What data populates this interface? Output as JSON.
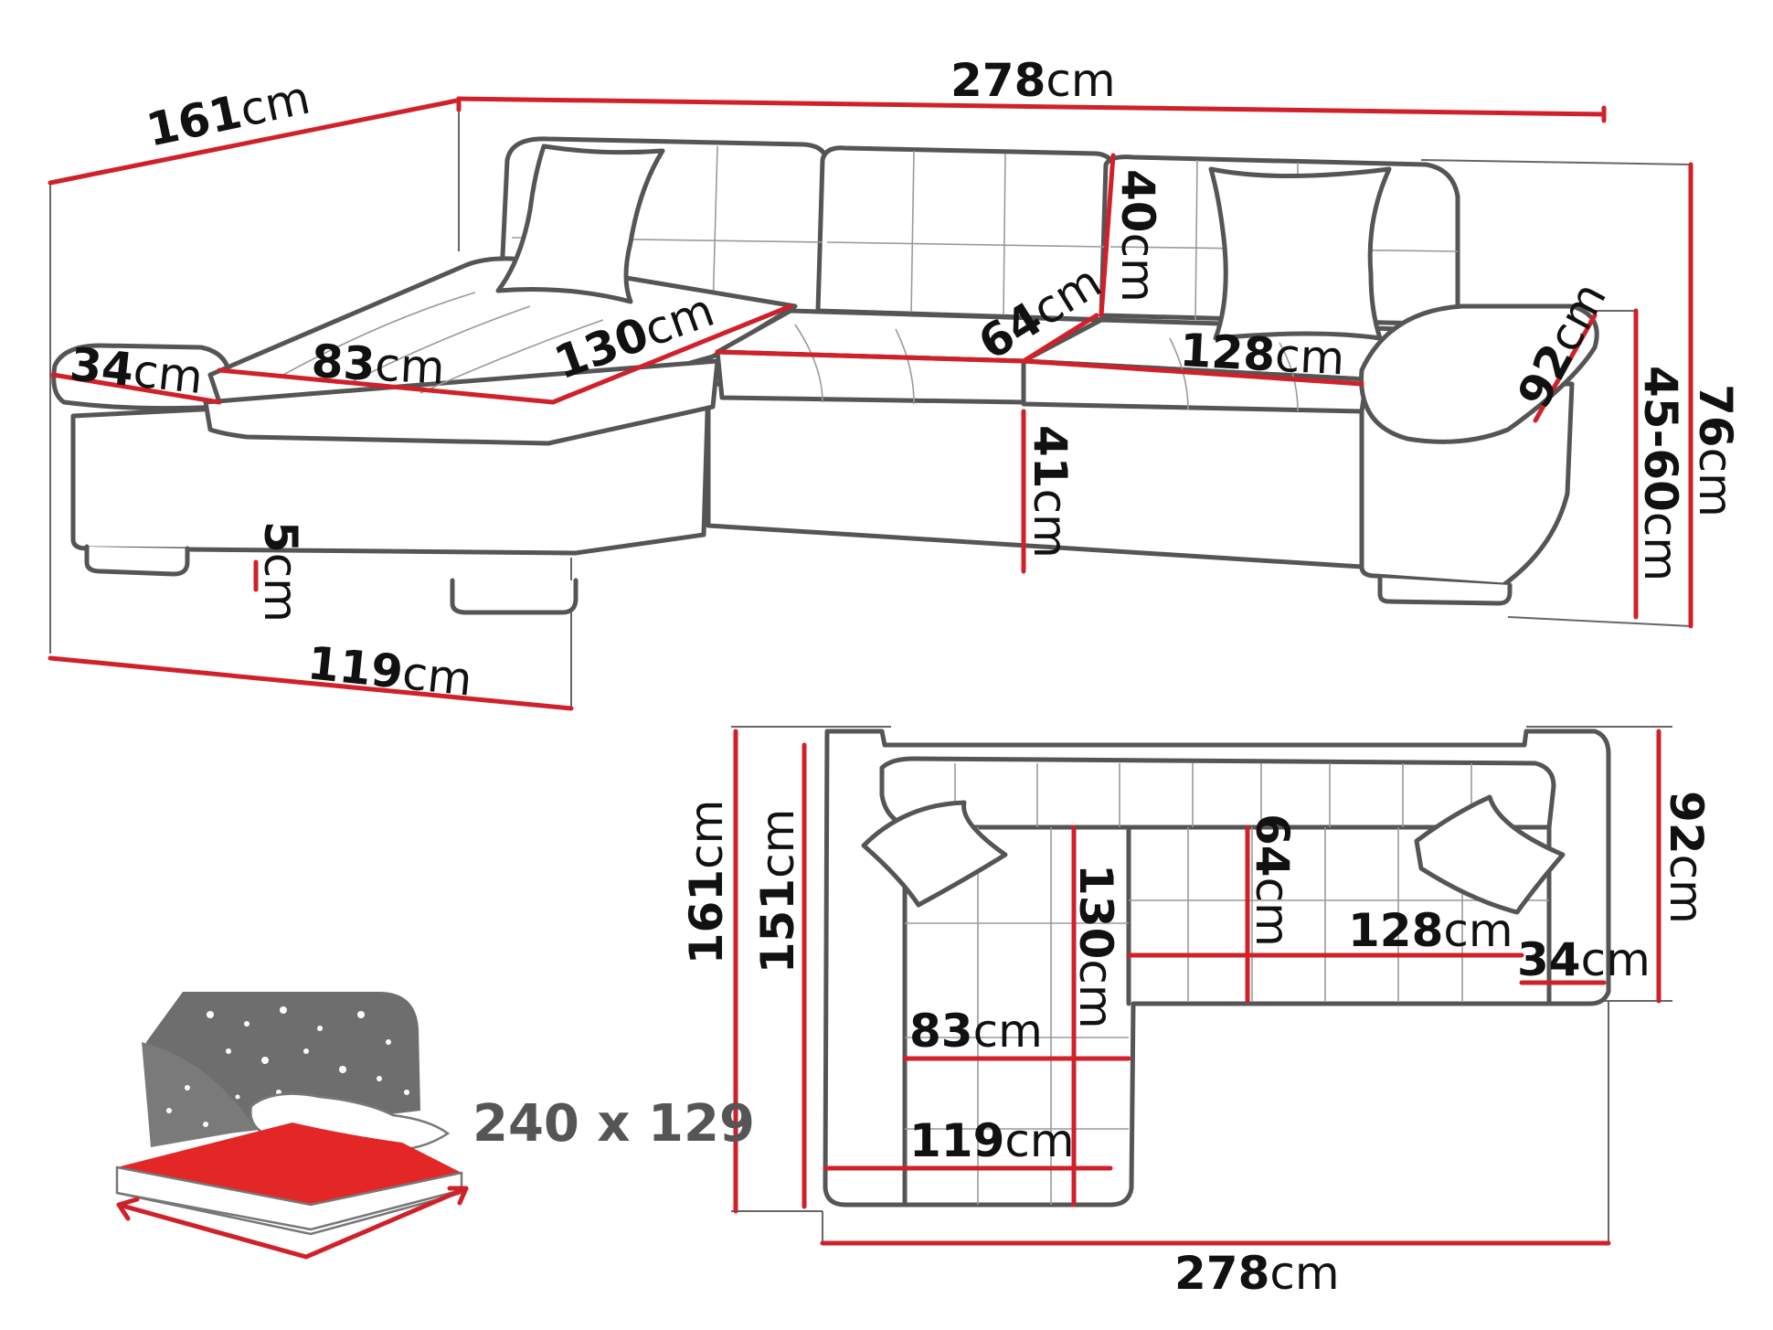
{
  "unit": "cm",
  "colors": {
    "dimension_line": "#d0212a",
    "outline": "#555555",
    "text": "#111111",
    "bed_surface": "#e32626",
    "bed_backdrop": "#6e6e6e"
  },
  "perspective_view": {
    "overall_width": "278",
    "overall_depth": "161",
    "chaise_front_width": "119",
    "chaise_armrest_width": "34",
    "chaise_seat_width": "83",
    "chaise_seat_depth": "130",
    "middle_seat_depth": "64",
    "backrest_height": "40",
    "right_seat_width": "128",
    "right_armrest_depth": "92",
    "seat_height": "41",
    "leg_height": "5",
    "armrest_height_range": "45-60",
    "overall_height": "76"
  },
  "top_view": {
    "overall_depth": "161",
    "chaise_inner_length": "151",
    "chaise_seat_depth": "130",
    "chaise_seat_width": "83",
    "chaise_front_width": "119",
    "seat_depth": "64",
    "seat_width": "128",
    "armrest_width": "34",
    "side_depth": "92",
    "overall_width": "278"
  },
  "sleeping_area": {
    "label": "240 x 129",
    "icon": "bed-with-starry-backdrop-icon"
  }
}
